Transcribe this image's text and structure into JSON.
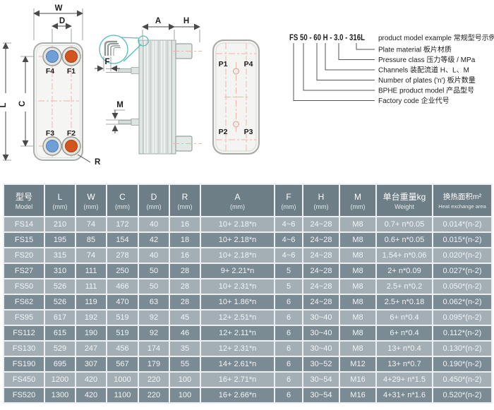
{
  "diagram": {
    "front_view": {
      "w": "W",
      "d": "D",
      "l": "L",
      "c": "C",
      "r": "R",
      "f1": "F1",
      "f2": "F2",
      "f3": "F3",
      "f4": "F4"
    },
    "side_view": {
      "a": "A",
      "h": "H",
      "f": "F",
      "m": "M"
    },
    "back_view": {
      "p1": "P1",
      "p2": "P2",
      "p3": "P3",
      "p4": "P4"
    },
    "colors": {
      "port_blue": "#6f9fd8",
      "port_orange": "#d4541e",
      "centerline_pink": "#f0b3a5",
      "detail_teal": "#55bdb9",
      "outline_gray": "#a8a8a4"
    }
  },
  "model_example": {
    "code": "FS 50 - 60 H - 3.0 - 316L",
    "labels": [
      "product model example  常规型号示例",
      "Plate material  板片材质",
      "Pressure class  压力等级 / MPa",
      "Channels  装配流道 H、L、M",
      "Number of plates ('n')  板片数量",
      "BPHE product model  产品型号",
      "Factory code  企业代号"
    ]
  },
  "table": {
    "colors": {
      "header_bg": "#6e7e87",
      "row_light": "#a3afb4",
      "row_dark": "#7b8b94",
      "cell_text": "#f3f5f6",
      "border": "#edeff0"
    },
    "headers": [
      [
        "型号",
        "Model"
      ],
      [
        "L",
        "(mm)"
      ],
      [
        "W",
        "(mm)"
      ],
      [
        "C",
        "(mm)"
      ],
      [
        "D",
        "(mm)"
      ],
      [
        "R",
        "(mm)"
      ],
      [
        "A",
        "(mm)"
      ],
      [
        "F",
        "(mm)"
      ],
      [
        "H",
        "(mm)"
      ],
      [
        "M",
        "(mm)"
      ],
      [
        "单台重量kg",
        "Weight"
      ],
      [
        "换热面积m²",
        "Heat exchange area"
      ]
    ],
    "rows": [
      [
        "FS14",
        "210",
        "74",
        "172",
        "40",
        "16",
        "10+ 2.18*n",
        "4~6",
        "24~28",
        "M8",
        "0.7+ n*0.05",
        "0.014*(n-2)"
      ],
      [
        "FS15",
        "195",
        "85",
        "154",
        "42",
        "18",
        "10+ 2.18*n",
        "4~6",
        "24~28",
        "M8",
        "0.6+ n*0.05",
        "0.015*(n-2)"
      ],
      [
        "FS20",
        "315",
        "74",
        "278",
        "40",
        "16",
        "10+ 2.18*n",
        "4~6",
        "24~28",
        "M8",
        "1.54+ n*0.06",
        "0.020*(n-2)"
      ],
      [
        "FS27",
        "310",
        "111",
        "250",
        "50",
        "28",
        "9+ 2.21*n",
        "5",
        "24~28",
        "M8",
        "2+ n*0.09",
        "0.027*(n-2)"
      ],
      [
        "FS50",
        "526",
        "111",
        "466",
        "50",
        "28",
        "10+ 2.31*n",
        "5",
        "24~28",
        "M8",
        "2.5+ n*0.2",
        "0.050*(n-2)"
      ],
      [
        "FS62",
        "526",
        "119",
        "470",
        "63",
        "28",
        "10+ 1.86*n",
        "6",
        "24~28",
        "M8",
        "2.5+ n*0.18",
        "0.062*(n-2)"
      ],
      [
        "FS95",
        "617",
        "192",
        "519",
        "92",
        "45",
        "12+ 2.51*n",
        "6",
        "30~40",
        "M8",
        "6+ n*0.4",
        "0.095*(n-2)"
      ],
      [
        "FS112",
        "615",
        "190",
        "519",
        "92",
        "46",
        "12+ 2.11*n",
        "6",
        "30~40",
        "M8",
        "6+ n*0.4",
        "0.112*(n-2)"
      ],
      [
        "FS130",
        "529",
        "247",
        "456",
        "174",
        "35",
        "12+ 2.31*n",
        "6",
        "30~40",
        "M8",
        "13+ n*0.4",
        "0.130*(n-2)"
      ],
      [
        "FS190",
        "695",
        "307",
        "567",
        "179",
        "55",
        "14+ 2.61*n",
        "6",
        "30~52",
        "M12",
        "13+ n*0.7",
        "0.190*(n-2)"
      ],
      [
        "FS450",
        "1200",
        "420",
        "1000",
        "220",
        "100",
        "16+ 2.71*n",
        "6",
        "30~54",
        "M16",
        "4+29+ n*1.5",
        "0.450*(n-2)"
      ],
      [
        "FS520",
        "1300",
        "420",
        "1100",
        "220",
        "100",
        "16+ 2.66*n",
        "6",
        "30~54",
        "M16",
        "4+31+ n*1.6",
        "0.520*(n-2)"
      ]
    ]
  }
}
